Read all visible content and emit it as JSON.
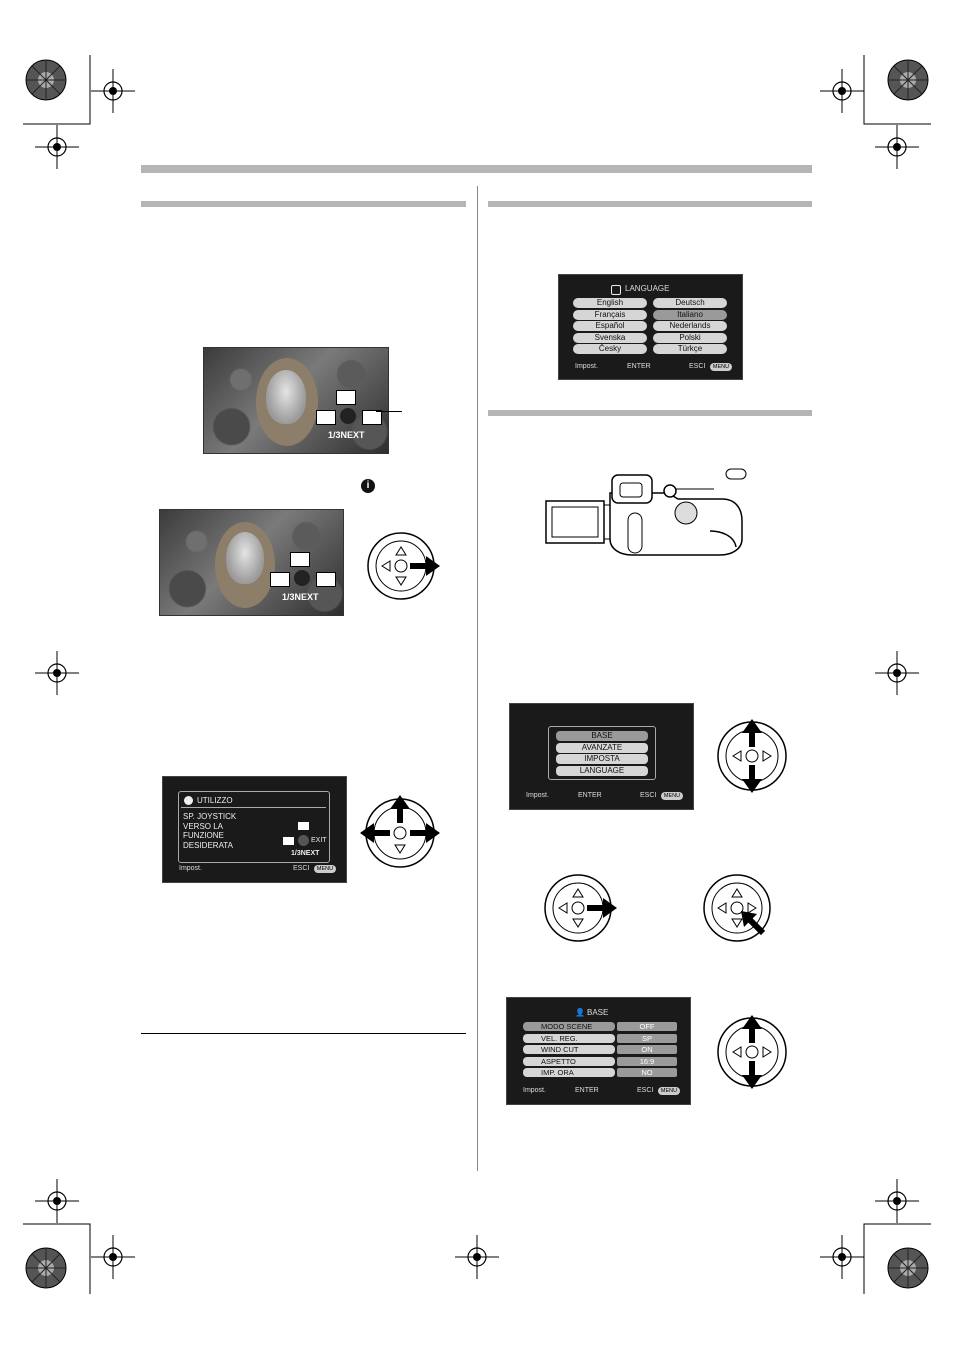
{
  "left_column": {
    "photo_top": {
      "label": "1/3NEXT"
    },
    "photo_mid": {
      "label": "1/3NEXT"
    },
    "help_screen": {
      "title": "UTILIZZO",
      "body": "SP. JOYSTICK\nVERSO LA\nFUNZIONE\nDESIDERATA",
      "exit": "EXIT",
      "next": "1/3NEXT",
      "footer_left": "Impost.",
      "footer_right": "ESCI",
      "menu_badge": "MENU"
    }
  },
  "right_column": {
    "language_screen": {
      "title": "LANGUAGE",
      "languages_left": [
        "English",
        "Français",
        "Español",
        "Svenska",
        "Česky"
      ],
      "languages_right": [
        "Deutsch",
        "Italiano",
        "Nederlands",
        "Polski",
        "Türkçe"
      ],
      "footer_left": "Impost.",
      "footer_enter": "ENTER",
      "footer_right": "ESCI",
      "menu_badge": "MENU"
    },
    "main_menu_screen": {
      "items": [
        "BASE",
        "AVANZATE",
        "IMPOSTA",
        "LANGUAGE"
      ],
      "footer_left": "Impost.",
      "footer_enter": "ENTER",
      "footer_right": "ESCI",
      "menu_badge": "MENU"
    },
    "base_menu_screen": {
      "title": "BASE",
      "rows": [
        {
          "label": "MODO SCENE",
          "value": "OFF"
        },
        {
          "label": "VEL. REG.",
          "value": "SP"
        },
        {
          "label": "WIND CUT",
          "value": "ON"
        },
        {
          "label": "ASPETTO",
          "value": "16:9"
        },
        {
          "label": "IMP. ORA",
          "value": "NO"
        }
      ],
      "footer_left": "Impost.",
      "footer_enter": "ENTER",
      "footer_right": "ESCI",
      "menu_badge": "MENU"
    }
  }
}
